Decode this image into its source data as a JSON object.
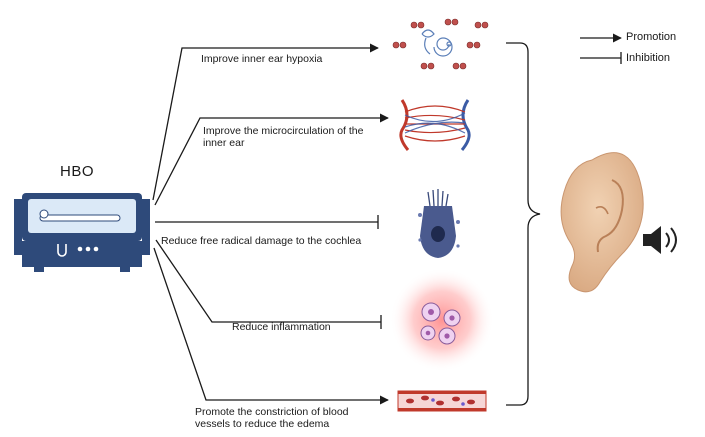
{
  "hbo": {
    "title": "HBO",
    "icon": "hyperbaric-chamber-icon"
  },
  "mechanisms": [
    {
      "label": "Improve inner ear hypoxia",
      "relation": "promotion",
      "icon": "oxygen-molecules-cochlea-icon"
    },
    {
      "label": "Improve the microcirculation of the inner ear",
      "relation": "promotion",
      "icon": "capillary-network-icon"
    },
    {
      "label": "Reduce free radical damage to the cochlea",
      "relation": "inhibition",
      "icon": "hair-cell-icon"
    },
    {
      "label": "Reduce inflammation",
      "relation": "inhibition",
      "icon": "inflamed-cells-icon"
    },
    {
      "label": "Promote the constriction of blood vessels to reduce the edema",
      "relation": "promotion",
      "icon": "blood-vessel-icon"
    }
  ],
  "outcome": {
    "icon": "ear-icon",
    "sound_icon": "speaker-icon"
  },
  "legend": {
    "promotion": "Promotion",
    "inhibition": "Inhibition"
  },
  "colors": {
    "line": "#1a1a1a",
    "chamber": "#2e4a7a",
    "chamber_glass": "#dbe9f7",
    "ear": "#e9c3a0",
    "vessel_red": "#c0392b",
    "vessel_blue": "#3b5ba5",
    "glow": "#ff6b6b"
  }
}
